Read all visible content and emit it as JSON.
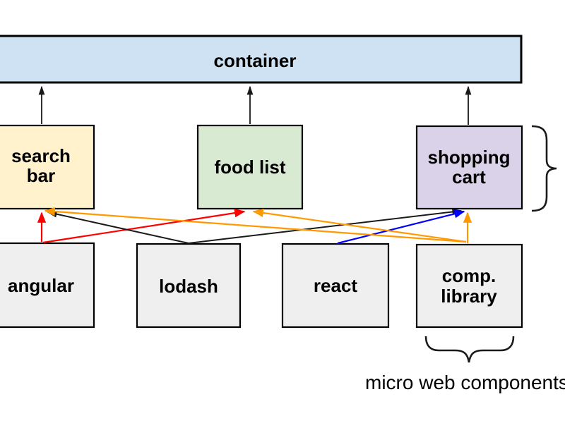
{
  "diagram": {
    "container": {
      "label": "container"
    },
    "components": {
      "search_bar": {
        "line1": "search",
        "line2": "bar"
      },
      "food_list": {
        "label": "food list"
      },
      "shopping_cart": {
        "line1": "shopping",
        "line2": "cart"
      }
    },
    "libraries": {
      "angular": {
        "label": "angular"
      },
      "lodash": {
        "label": "lodash"
      },
      "react": {
        "label": "react"
      },
      "comp_library": {
        "line1": "comp.",
        "line2": "library"
      }
    },
    "caption": "micro web components"
  },
  "colors": {
    "container_fill": "#cfe2f3",
    "search_bar_fill": "#fff2cc",
    "food_list_fill": "#d9ead3",
    "shopping_cart_fill": "#d9d2e9",
    "library_fill": "#efefef",
    "border": "#000000",
    "arrow_black": "#1a1a1a",
    "arrow_red": "#ff0000",
    "arrow_orange": "#ff9900",
    "arrow_blue": "#0000ff",
    "brace": "#1a1a1a",
    "text": "#000000"
  }
}
